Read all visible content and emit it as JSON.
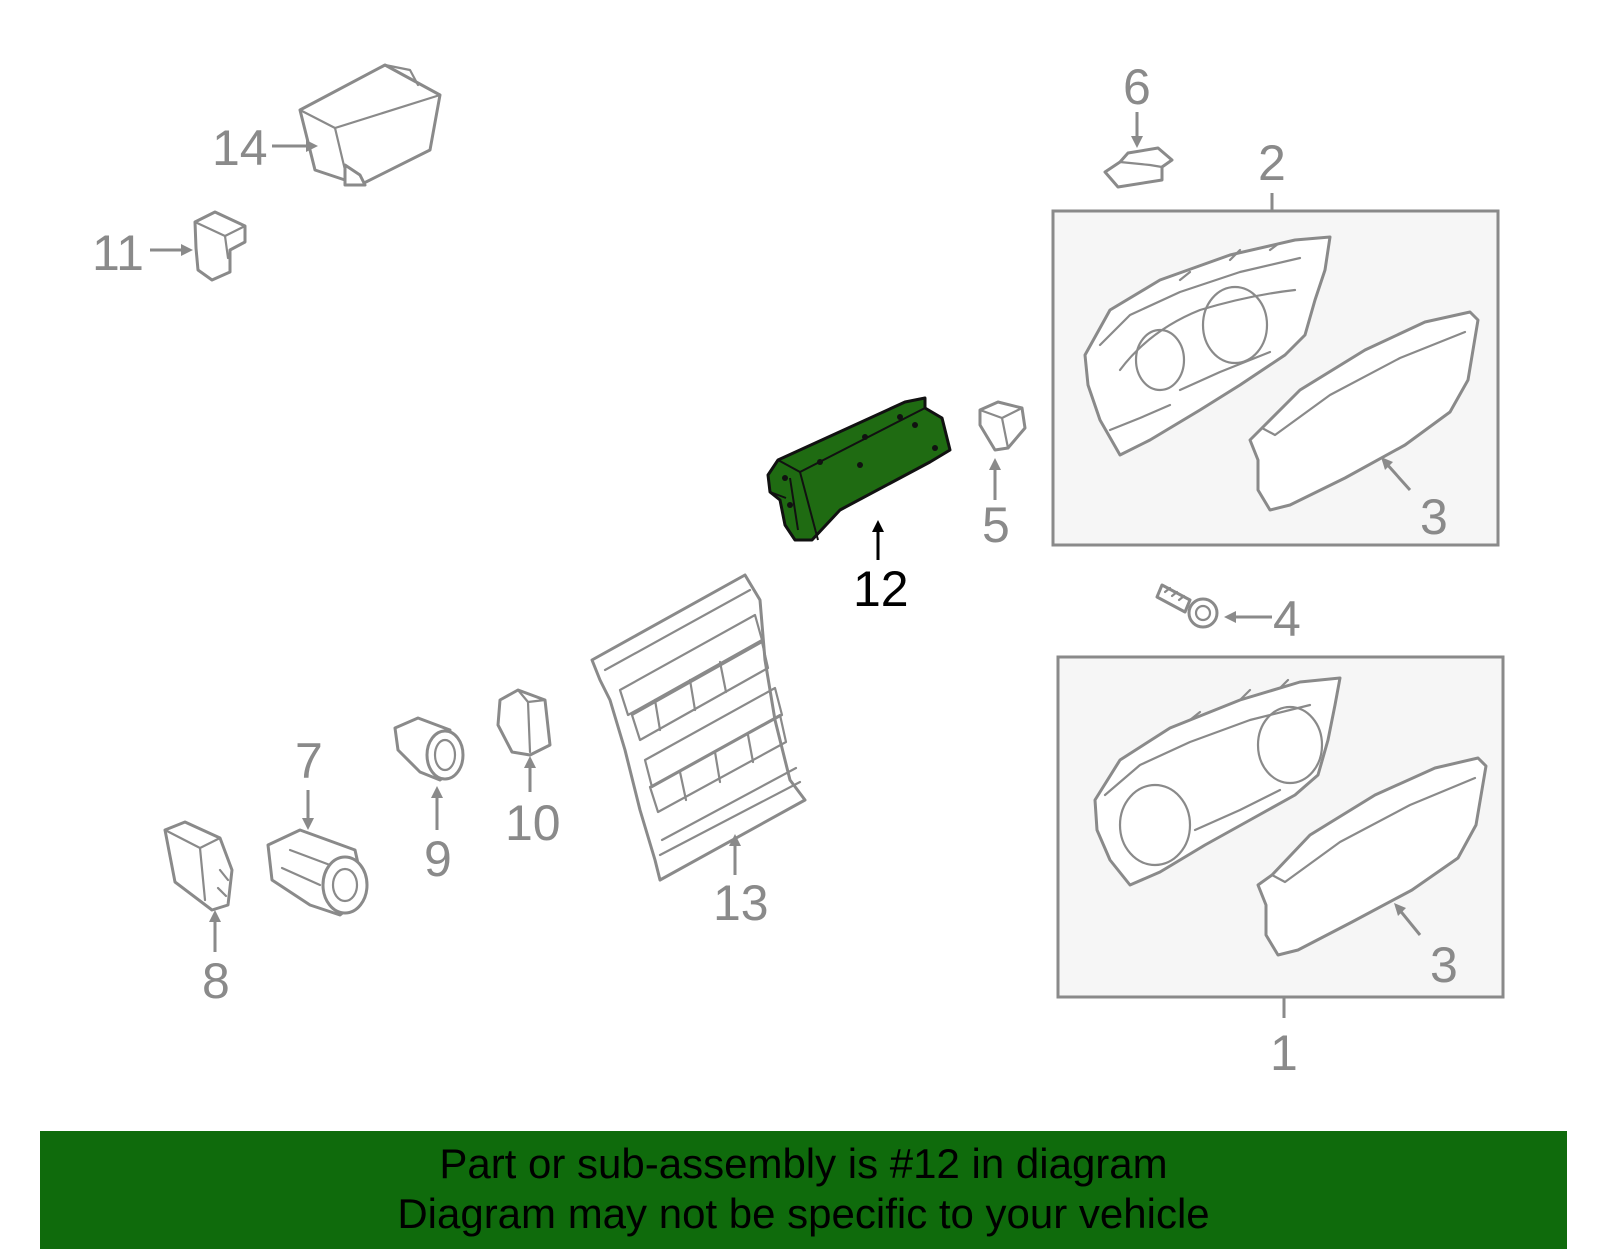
{
  "callouts": {
    "c1": "1",
    "c2": "2",
    "c3a": "3",
    "c3b": "3",
    "c4": "4",
    "c5": "5",
    "c6": "6",
    "c7": "7",
    "c8": "8",
    "c9": "9",
    "c10": "10",
    "c11": "11",
    "c12": "12",
    "c13": "13",
    "c14": "14"
  },
  "highlighted_part": "12",
  "colors": {
    "highlight": "#1f6b12",
    "banner": "#0f6b0c",
    "parts": "#8a8a8a"
  },
  "banner": {
    "line1": "Part or sub-assembly is #12 in diagram",
    "line2": "Diagram may not be specific to your vehicle"
  }
}
